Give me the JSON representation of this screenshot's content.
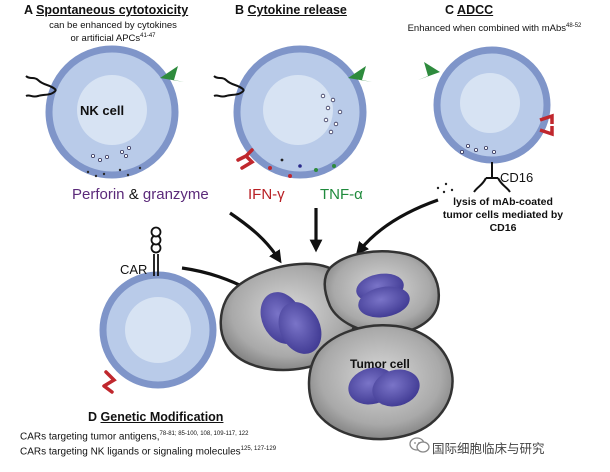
{
  "panels": {
    "a": {
      "letter": "A",
      "title": "Spontaneous cytotoxicity",
      "sub_line1": "can be enhanced by cytokines",
      "sub_line2": "or artificial APCs",
      "sub_refs": "41-47",
      "cell_label": "NK cell",
      "perforin": "Perforin",
      "amp": "&",
      "granzyme": "granzyme"
    },
    "b": {
      "letter": "B",
      "title": "Cytokine release",
      "ifn": "IFN-γ",
      "tnf": "TNF-α"
    },
    "c": {
      "letter": "C",
      "title": "ADCC",
      "sub_line1": "Enhanced when combined with mAbs",
      "sub_refs": "48-52",
      "receptor": "CD16",
      "lysis_line1": "lysis of mAb-coated",
      "lysis_line2": "tumor cells mediated by",
      "lysis_line3": "CD16"
    },
    "d": {
      "letter": "D",
      "title": "Genetic Modification",
      "car_label": "CAR",
      "line1": "CARs targeting tumor antigens,",
      "line1_refs": "78-81; 85-100, 108, 109-117, 122",
      "line2": "CARs targeting NK ligands or signaling molecules",
      "line2_refs": "125, 127-129"
    }
  },
  "tumor": {
    "label": "Tumor cell"
  },
  "watermark": {
    "text": "国际细胞临床与研究",
    "icon": "wechat-icon"
  },
  "colors": {
    "nk_membrane": "#7f95c9",
    "nk_cytoplasm": "#b9cbe9",
    "nk_nucleus": "#d7e3f3",
    "tumor_body": "#7c7c7c",
    "tumor_nucleus": "#4f48a6",
    "perforin_text": "#5b2a7a",
    "ifn_text": "#b81f24",
    "tnf_text": "#1f8a3c",
    "receptor_red": "#c0272d",
    "ligand_green": "#2e8b3d"
  }
}
